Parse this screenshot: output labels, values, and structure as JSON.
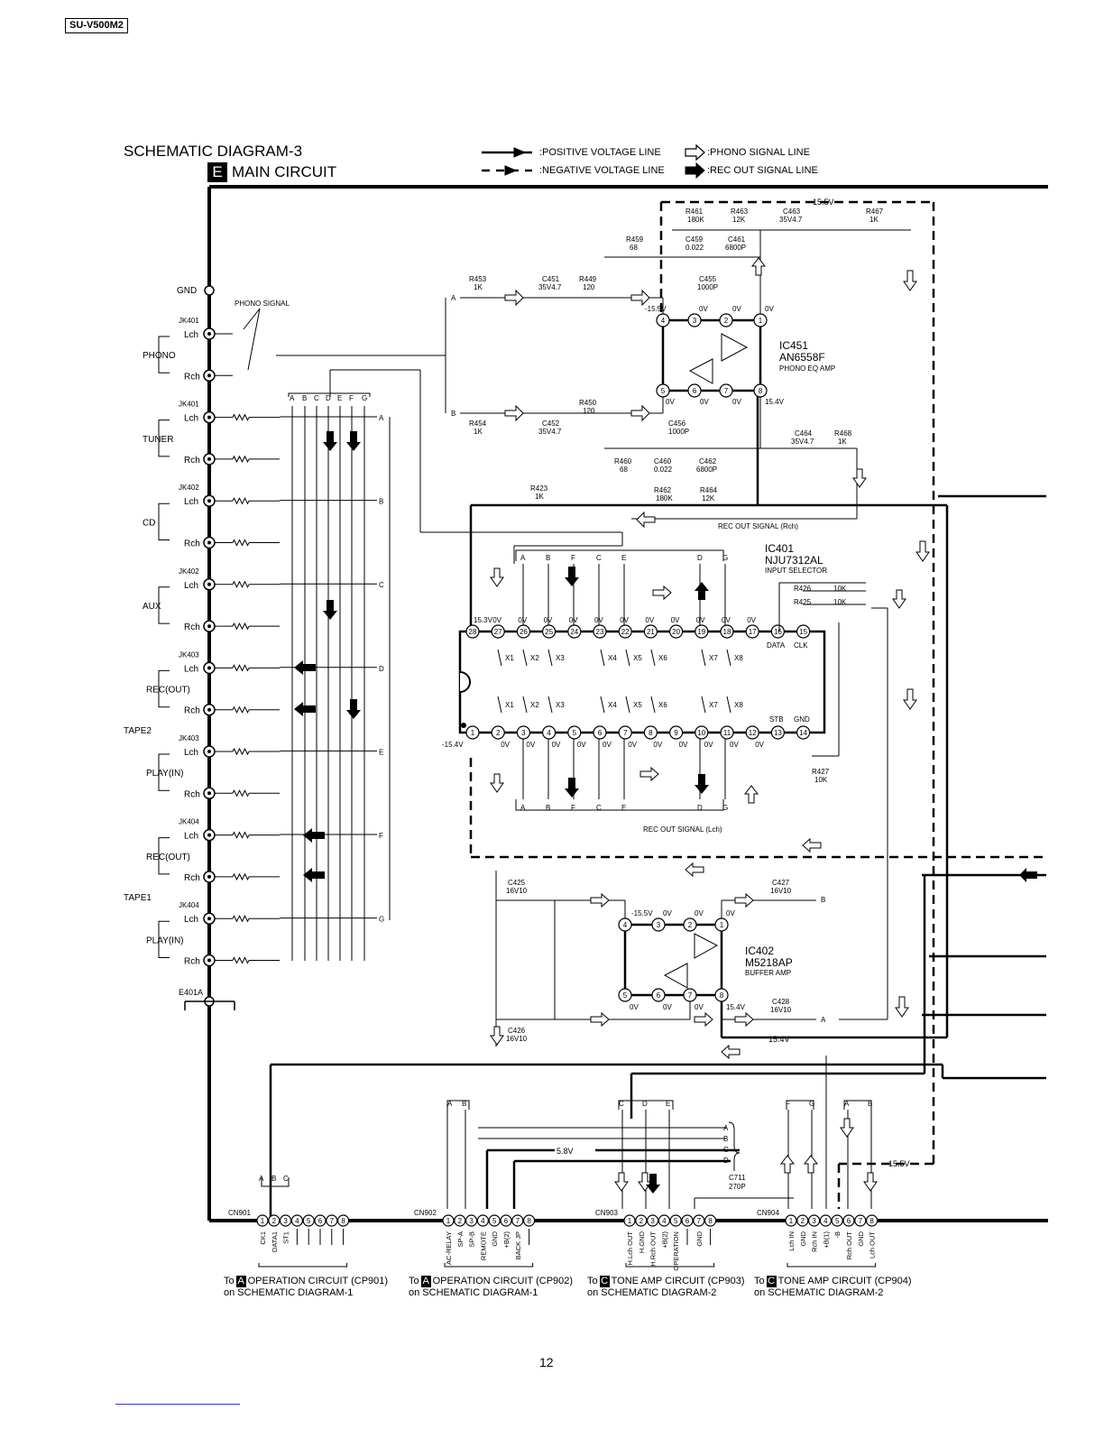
{
  "model": "SU-V500M2",
  "title": "SCHEMATIC DIAGRAM-3",
  "section_letter": "E",
  "section_title": "MAIN CIRCUIT",
  "legend": {
    "positive": ":POSITIVE VOLTAGE LINE",
    "negative": ":NEGATIVE VOLTAGE LINE",
    "phono": ":PHONO SIGNAL LINE",
    "rec_out": ":REC OUT SIGNAL LINE"
  },
  "gnd": "GND",
  "phono_signal": "PHONO SIGNAL",
  "ic451": {
    "ref": "IC451",
    "part": "AN6558F",
    "desc": "PHONO EQ AMP"
  },
  "ic401": {
    "ref": "IC401",
    "part": "NJU7312AL",
    "desc": "INPUT SELECTOR"
  },
  "ic402": {
    "ref": "IC402",
    "part": "M5218AP",
    "desc": "BUFFER AMP"
  },
  "rec_out_rch": "REC OUT SIGNAL (Rch)",
  "rec_out_lch": "REC OUT SIGNAL (Lch)",
  "neg_rail": "-15.5V",
  "pos_rail": "15.4V",
  "v58": "5.8V",
  "e401a": "E401A",
  "inputs": [
    {
      "jack": "JK401",
      "group": "PHONO",
      "l": "Lch",
      "r": "Rch"
    },
    {
      "jack": "JK401",
      "group": "TUNER",
      "l": "Lch",
      "r": "Rch"
    },
    {
      "jack": "JK402",
      "group": "CD",
      "l": "Lch",
      "r": "Rch"
    },
    {
      "jack": "JK402",
      "group": "AUX",
      "l": "Lch",
      "r": "Rch"
    },
    {
      "jack": "JK403",
      "group": "REC(OUT)",
      "l": "Lch",
      "r": "Rch"
    },
    {
      "jack": "JK403",
      "group": "PLAY(IN)",
      "l": "Lch",
      "r": "Rch"
    },
    {
      "jack": "JK404",
      "group": "REC(OUT)",
      "l": "Lch",
      "r": "Rch"
    },
    {
      "jack": "JK404",
      "group": "PLAY(IN)",
      "l": "Lch",
      "r": "Rch"
    }
  ],
  "tape2": "TAPE2",
  "tape1": "TAPE1",
  "bus_letters": [
    "A",
    "B",
    "C",
    "D",
    "E",
    "F",
    "G"
  ],
  "connectors": [
    {
      "ref": "CN901",
      "pins": [
        "CK1",
        "DATA1",
        "ST1",
        "",
        "",
        "",
        "",
        ""
      ],
      "to": "To",
      "badge": "A",
      "circuit": "OPERATION CIRCUIT (CP901)",
      "on": "on SCHEMATIC DIAGRAM-1"
    },
    {
      "ref": "CN902",
      "pins": [
        "AC-RELAY",
        "SP-A",
        "SP-B",
        "REMOTE",
        "GND",
        "+B(2)",
        "BACK JP",
        ""
      ],
      "to": "To",
      "badge": "A",
      "circuit": "OPERATION CIRCUIT (CP902)",
      "on": "on SCHEMATIC DIAGRAM-1"
    },
    {
      "ref": "CN903",
      "pins": [
        "H.Lch OUT",
        "H.GND",
        "H.Rch OUT",
        "+B(2)",
        "OPERATION",
        "",
        "GND",
        ""
      ],
      "to": "To",
      "badge": "C",
      "circuit": "TONE AMP CIRCUIT (CP903)",
      "on": "on SCHEMATIC DIAGRAM-2"
    },
    {
      "ref": "CN904",
      "pins": [
        "Lch IN",
        "GND",
        "Rch IN",
        "+B(1)",
        "-B",
        "Rch OUT",
        "GND",
        "Lch OUT"
      ],
      "to": "To",
      "badge": "C",
      "circuit": "TONE AMP CIRCUIT (CP904)",
      "on": "on SCHEMATIC DIAGRAM-2"
    }
  ],
  "page": "12"
}
